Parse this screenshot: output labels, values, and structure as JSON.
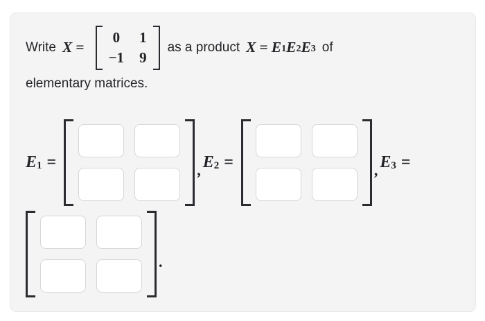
{
  "colors": {
    "card_bg": "#f4f4f5",
    "card_border": "#e7e7e9",
    "input_bg": "#ffffff",
    "input_border": "#d6d6db",
    "text": "#232327",
    "bracket": "#2b2b30"
  },
  "problem": {
    "text_before": "Write",
    "x_var": "X",
    "eq1": "=",
    "matrix_x": {
      "r1c1": "0",
      "r1c2": "1",
      "r2c1": "−1",
      "r2c2": "9"
    },
    "text_middle": "as a product",
    "x_var2": "X",
    "eq2": "=",
    "factor1": {
      "base": "E",
      "sub": "1"
    },
    "factor2": {
      "base": "E",
      "sub": "2"
    },
    "factor3": {
      "base": "E",
      "sub": "3"
    },
    "text_after": "of",
    "text_line2": "elementary matrices."
  },
  "answer": {
    "e1_label": {
      "base": "E",
      "sub": "1",
      "eq": "="
    },
    "e2_label": {
      "base": "E",
      "sub": "2",
      "eq": "="
    },
    "e3_label": {
      "base": "E",
      "sub": "3",
      "eq": "="
    },
    "comma": ",",
    "period": ".",
    "matrices": [
      {
        "name": "E1",
        "cells": [
          {
            "value": ""
          },
          {
            "value": ""
          },
          {
            "value": ""
          },
          {
            "value": ""
          }
        ]
      },
      {
        "name": "E2",
        "cells": [
          {
            "value": ""
          },
          {
            "value": ""
          },
          {
            "value": ""
          },
          {
            "value": ""
          }
        ]
      },
      {
        "name": "E3",
        "cells": [
          {
            "value": ""
          },
          {
            "value": ""
          },
          {
            "value": ""
          },
          {
            "value": ""
          }
        ]
      }
    ]
  }
}
